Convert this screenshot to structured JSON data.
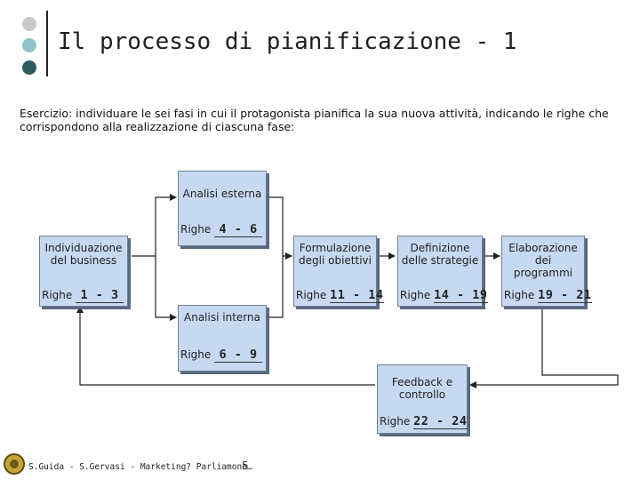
{
  "slide": {
    "title": "Il processo di pianificazione - 1",
    "intro": "Esercizio: individuare le sei fasi in cui il protagonista pianifica la sua nuova attività, indicando le righe che corrispondono alla realizzazione di ciascuna fase:"
  },
  "righe_label": "Righe",
  "diagram": {
    "business": {
      "name": "Individuazione del business",
      "righe": "1 - 3"
    },
    "esterna": {
      "name": "Analisi esterna",
      "righe": "4 - 6"
    },
    "interna": {
      "name": "Analisi interna",
      "righe": "6 - 9"
    },
    "obiettivi": {
      "name": "Formulazione degli obiettivi",
      "righe": "11 - 14"
    },
    "strategie": {
      "name": "Definizione delle strategie",
      "righe": "14 - 19"
    },
    "programmi": {
      "name": "Elaborazione dei programmi",
      "righe": "19 - 21"
    },
    "feedback": {
      "name": "Feedback e controllo",
      "righe": "22 - 24"
    }
  },
  "footer": {
    "credits": "S.Guida - S.Gervasi - Marketing? Parliamone…",
    "page": "5"
  },
  "colors": {
    "box_fill": "#c6d9f1",
    "box_border": "#6d7f95",
    "box_shadow": "#59697d"
  },
  "icons": {
    "logo": "university-seal-icon"
  }
}
